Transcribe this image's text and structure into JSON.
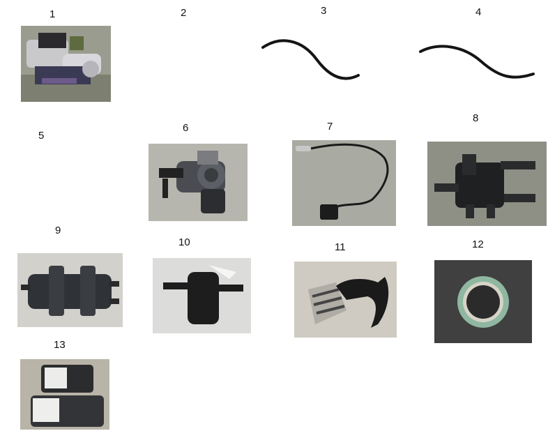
{
  "items": [
    {
      "label": "1",
      "icon": "engine-photo"
    },
    {
      "label": "2",
      "icon": ""
    },
    {
      "label": "3",
      "icon": "hose-curve"
    },
    {
      "label": "4",
      "icon": "hose-curve"
    },
    {
      "label": "5",
      "icon": ""
    },
    {
      "label": "6",
      "icon": "throttle-body-photo"
    },
    {
      "label": "7",
      "icon": "oxygen-sensor-photo"
    },
    {
      "label": "8",
      "icon": "canister-valve-photo"
    },
    {
      "label": "9",
      "icon": "charcoal-canister-photo"
    },
    {
      "label": "10",
      "icon": "purge-valve-photo"
    },
    {
      "label": "11",
      "icon": "bracket-photo"
    },
    {
      "label": "12",
      "icon": "seal-ring-photo"
    },
    {
      "label": "13",
      "icon": "cylinder-parts-photo"
    }
  ]
}
